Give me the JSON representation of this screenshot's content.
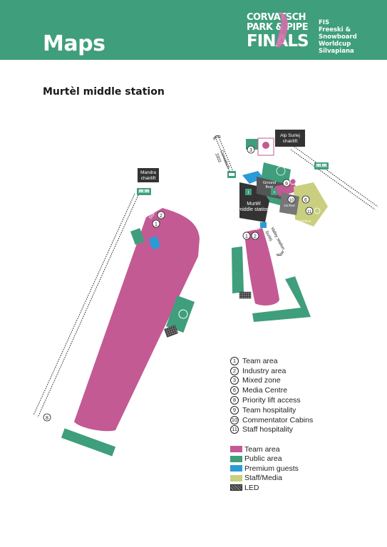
{
  "header": {
    "title": "Maps",
    "logo_line1": "CORVATSCH",
    "logo_line2": "PARK & PIPE",
    "logo_line3": "FINALS",
    "logo_sub": [
      "FIS",
      "Freeski &",
      "Snowboard",
      "Worldcup",
      "Silvapiana"
    ]
  },
  "subtitle": "Murtèl middle station",
  "map": {
    "labels": {
      "mandra": [
        "Mandra",
        "chairlift"
      ],
      "alp_surlej": [
        "Alp Surlej",
        "chairlift"
      ],
      "corvatsch": [
        "Corvatsch",
        "3303"
      ],
      "ground_floor": [
        "Ground",
        "floor"
      ],
      "murtel": [
        "Murtèl",
        "middle station"
      ],
      "valley_station": [
        "Valley station",
        "Surlej"
      ],
      "start": "Start",
      "1st_floor": "1st floor",
      "2nd_floor": "2nd floor"
    },
    "markers": [
      "1",
      "2",
      "3",
      "6",
      "8",
      "9",
      "10",
      "11"
    ]
  },
  "legend": {
    "numbered": [
      {
        "num": "1",
        "label": "Team area"
      },
      {
        "num": "2",
        "label": "Industry area"
      },
      {
        "num": "3",
        "label": "Mixed zone"
      },
      {
        "num": "6",
        "label": "Media Centre"
      },
      {
        "num": "8",
        "label": "Priority lift access"
      },
      {
        "num": "9",
        "label": "Team hospitality"
      },
      {
        "num": "10",
        "label": "Commentator Cabins"
      },
      {
        "num": "11",
        "label": "Staff hospitality"
      }
    ],
    "areas": [
      {
        "label": "Team area",
        "color": "#c35a94"
      },
      {
        "label": "Public area",
        "color": "#3f9e7c"
      },
      {
        "label": "Premium guests",
        "color": "#2b9bd6"
      },
      {
        "label": "Staff/Media",
        "color": "#c9cf7f"
      },
      {
        "label": "LED",
        "color": "#555555"
      }
    ]
  },
  "colors": {
    "header": "#3f9e7c",
    "team": "#c35a94",
    "public": "#3f9e7c",
    "premium": "#2b9bd6",
    "staff": "#c9cf7f",
    "dark": "#333333",
    "pink_logo": "#d26ea8"
  }
}
